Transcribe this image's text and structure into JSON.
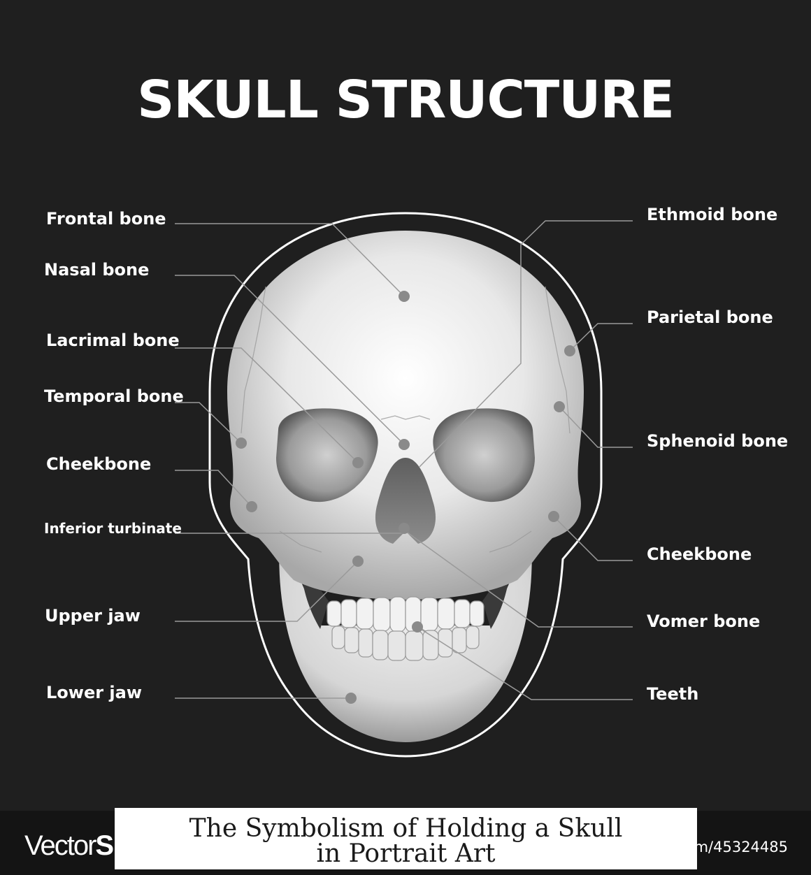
{
  "title": "SKULL STRUCTURE",
  "labels_left": [
    {
      "id": "frontal",
      "text": "Frontal bone"
    },
    {
      "id": "nasal",
      "text": "Nasal bone"
    },
    {
      "id": "lacrimal",
      "text": "Lacrimal bone"
    },
    {
      "id": "temporal",
      "text": "Temporal bone"
    },
    {
      "id": "cheekbone-left",
      "text": "Cheekbone"
    },
    {
      "id": "inferior-turbinate",
      "text": "Inferior turbinate"
    },
    {
      "id": "upper-jaw",
      "text": "Upper jaw"
    },
    {
      "id": "lower-jaw",
      "text": "Lower jaw"
    }
  ],
  "labels_right": [
    {
      "id": "ethmoid",
      "text": "Ethmoid bone"
    },
    {
      "id": "parietal",
      "text": "Parietal bone"
    },
    {
      "id": "sphenoid",
      "text": "Sphenoid bone"
    },
    {
      "id": "cheekbone-right",
      "text": "Cheekbone"
    },
    {
      "id": "vomer",
      "text": "Vomer bone"
    },
    {
      "id": "teeth",
      "text": "Teeth"
    }
  ],
  "watermark": {
    "brand_light": "Vector",
    "brand_bold": "S",
    "stock_id": "m/45324485"
  },
  "caption": {
    "line1": "The Symbolism of Holding a Skull",
    "line2": "in Portrait Art"
  },
  "colors": {
    "background": "#1f1f1f",
    "leader_line": "#9a9a9a",
    "marker_dot": "#8a8a8a",
    "outline": "#ffffff"
  }
}
